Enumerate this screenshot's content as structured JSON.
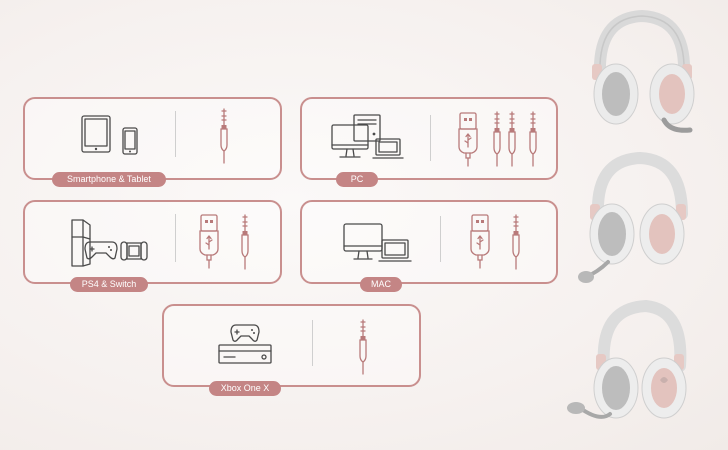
{
  "cards": [
    {
      "label": "Smartphone & Tablet"
    },
    {
      "label": "PC"
    },
    {
      "label": "PS4 & Switch"
    },
    {
      "label": "MAC"
    },
    {
      "label": "Xbox One X"
    }
  ],
  "colors": {
    "card_border": "#c98f8e",
    "label_bg": "#c48585",
    "icon_dark": "#4a4a4a",
    "icon_pink": "#b87a7a",
    "background": "#f6f1ef"
  },
  "icons": [
    "tablet-icon",
    "smartphone-icon",
    "headphone-jack-icon",
    "monitor-icon",
    "desktop-tower-icon",
    "laptop-icon",
    "usb-plug-icon",
    "ps4-console-icon",
    "gamepad-icon",
    "switch-console-icon",
    "imac-icon",
    "xbox-console-icon",
    "xbox-controller-icon",
    "headset-image"
  ]
}
